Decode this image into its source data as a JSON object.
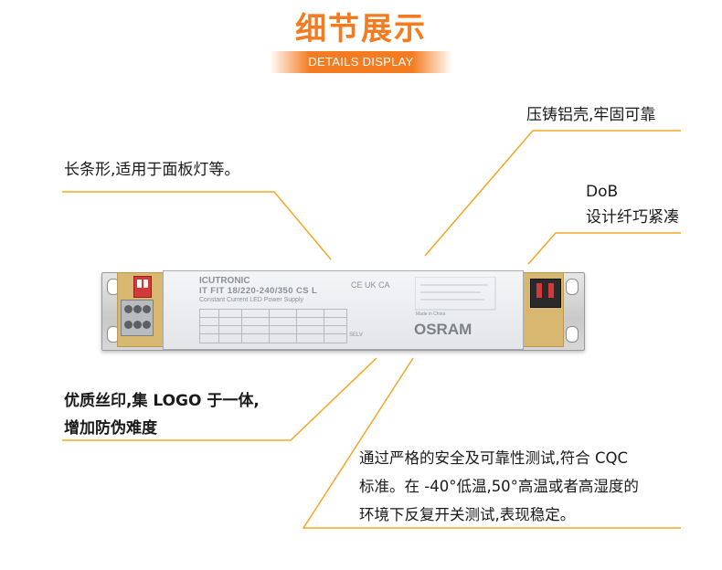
{
  "header": {
    "title": "细节展示",
    "subtitle": "DETAILS DISPLAY"
  },
  "callouts": {
    "shape": "长条形,适用于面板灯等。",
    "housing": "压铸铝壳,牢固可靠",
    "dob_line1": "DoB",
    "dob_line2": "设计纤巧紧凑",
    "print_line1": "优质丝印,集 LOGO 于一体,",
    "print_line2": "增加防伪难度",
    "test_line1": "通过严格的安全及可靠性测试,符合 CQC",
    "test_line2": "标准。在 -40°低温,50°高温或者高湿度的",
    "test_line3": "环境下反复开关测试,表现稳定。"
  },
  "device_label": {
    "brand": "ICUTRONIC",
    "model": "IT FIT 18/220-240/350 CS L",
    "description": "Constant Current LED Power Supply",
    "logo": "OSRAM",
    "cert_marks": "CE  UK CA",
    "made_in": "Made in China",
    "selv": "SELV"
  },
  "colors": {
    "accent": "#f47b20",
    "text": "#1a1a1a"
  }
}
